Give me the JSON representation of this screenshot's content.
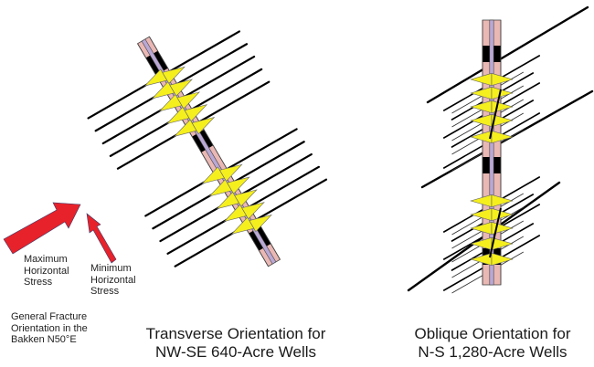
{
  "legend": {
    "max_stress_label": "Maximum Horizontal Stress",
    "max_stress_lines": [
      "Maximum",
      "Horizontal",
      "Stress"
    ],
    "min_stress_lines": [
      "Minimum",
      "Horizontal",
      "Stress"
    ],
    "fracture_orientation_lines": [
      "General Fracture",
      "Orientation in the",
      "Bakken N50°E"
    ],
    "arrow_color": "#e8222a"
  },
  "panels": [
    {
      "id": "transverse",
      "caption_lines": [
        "Transverse Orientation for",
        "NW-SE 640-Acre Wells"
      ],
      "well_orientation": "NW-SE",
      "acreage": "640-Acre",
      "fracture_relation": "transverse",
      "stage_clusters": 2,
      "fractures_per_cluster": 5
    },
    {
      "id": "oblique",
      "caption_lines": [
        "Oblique Orientation for",
        "N-S 1,280-Acre Wells"
      ],
      "well_orientation": "N-S",
      "acreage": "1,280-Acre",
      "fracture_relation": "oblique",
      "stage_clusters": 2,
      "fractures_per_cluster": 5
    }
  ],
  "colors": {
    "casing": "#eab8b4",
    "tubing": "#b9a8d4",
    "packer": "#000000",
    "frac_wing": "#f5ef1e",
    "frac_line": "#000000",
    "outline": "#444444"
  }
}
